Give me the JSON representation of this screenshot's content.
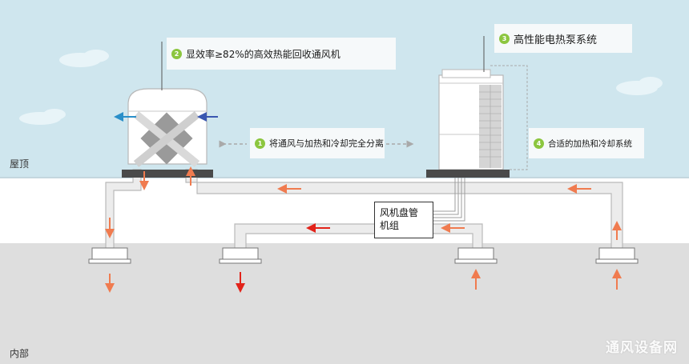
{
  "zones": {
    "roof_label": "屋顶",
    "interior_label": "内部"
  },
  "callouts": [
    {
      "number": "2",
      "text": "显效率≥82%的高效热能回收通风机"
    },
    {
      "number": "3",
      "text": "高性能电热泵系统"
    },
    {
      "number": "1",
      "text": "将通风与加热和冷却完全分离"
    },
    {
      "number": "4",
      "text": "合适的加热和冷却系统"
    }
  ],
  "fan_coil_unit": {
    "line1": "风机盘管",
    "line2": "机组"
  },
  "watermark": "通风设备网",
  "colors": {
    "sky": "#cfe6ee",
    "roof_band": "#ffffff",
    "interior": "#dedede",
    "duct_fill": "#ececec",
    "duct_stroke": "#b9b9b9",
    "arrow_warm": "#f07b4f",
    "arrow_hot": "#e2231a",
    "arrow_cold_out": "#2a8fc9",
    "arrow_cold_in": "#3a57b0",
    "badge": "#8cc63f"
  }
}
